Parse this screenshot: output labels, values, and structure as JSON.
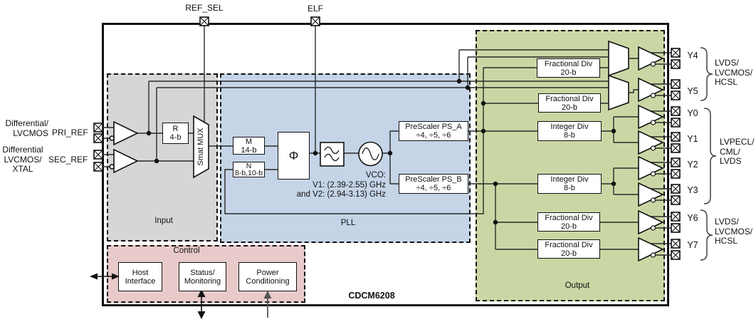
{
  "device": {
    "name": "CDCM6208"
  },
  "top_pins": {
    "ref_sel": "REF_SEL",
    "elf": "ELF"
  },
  "inputs": {
    "pri": {
      "type": "Differential/\nLVCMOS",
      "label": "PRI_REF"
    },
    "sec": {
      "type": "Differential\nLVCMOS/\nXTAL",
      "label": "SEC_REF"
    }
  },
  "sections": {
    "input": "Input",
    "pll": "PLL",
    "output": "Output",
    "control": "Control"
  },
  "blocks": {
    "r_div": "R\n4-b",
    "smart_mux": "Smat MUX",
    "m_div": "M\n14-b",
    "n_div": "N\n8-b,10-b",
    "phase_detector": "Φ",
    "prescaler_a": "PreScaler PS_A\n÷4, ÷5, ÷6",
    "prescaler_b": "PreScaler PS_B\n÷4, ÷5, ÷6",
    "frac_div_y4": "Fractional Div\n20-b",
    "frac_div_y5": "Fractional Div\n20-b",
    "int_div_y01": "Integer Div\n8-b",
    "int_div_y23": "Integer Div\n8-b",
    "frac_div_y6": "Fractional Div\n20-b",
    "frac_div_y7": "Fractional Div\n20-b",
    "host_interface": "Host\nInterface",
    "status_monitoring": "Status/\nMonitoring",
    "power_conditioning": "Power\nConditioning"
  },
  "vco_note": "VCO:\nV1: (2.39-2.55) GHz\nand V2: (2.94-3.13) GHz",
  "channels": [
    {
      "id": "y4",
      "label": "Y4"
    },
    {
      "id": "y5",
      "label": "Y5"
    },
    {
      "id": "y0",
      "label": "Y0"
    },
    {
      "id": "y1",
      "label": "Y1"
    },
    {
      "id": "y2",
      "label": "Y2"
    },
    {
      "id": "y3",
      "label": "Y3"
    },
    {
      "id": "y6",
      "label": "Y6"
    },
    {
      "id": "y7",
      "label": "Y7"
    }
  ],
  "output_standards": [
    {
      "group": "Y4-Y5",
      "label": "LVDS/\nLVCMOS/\nHCSL"
    },
    {
      "group": "Y0-Y3",
      "label": "LVPECL/\nCML/\nLVDS"
    },
    {
      "group": "Y6-Y7",
      "label": "LVDS/\nLVCMOS/\nHCSL"
    }
  ],
  "colors": {
    "input_fill": "#d6d6d6",
    "pll_fill": "#c5d4e7",
    "output_fill": "#cad7a4",
    "control_fill": "#e8caca",
    "wire": "#2a2a2a"
  }
}
